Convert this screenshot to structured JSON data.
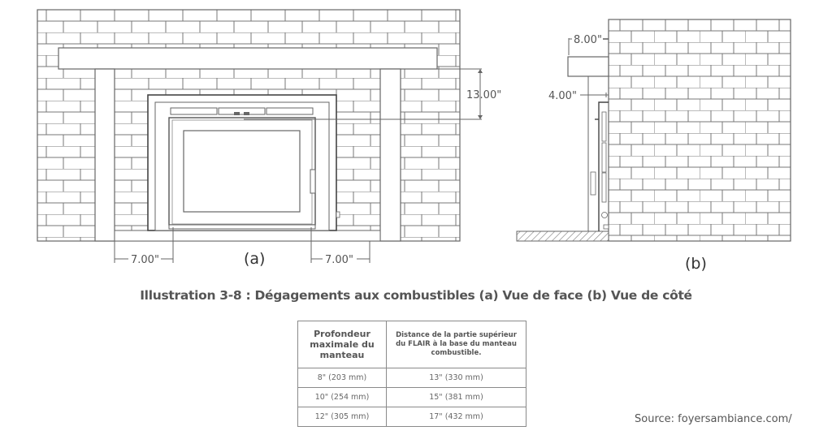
{
  "drawing": {
    "front_view": {
      "label": "(a)",
      "dimensions": {
        "mantel_to_insert_top": "13.00\"",
        "left_clearance": "7.00\"",
        "right_clearance": "7.00\""
      }
    },
    "side_view": {
      "label": "(b)",
      "dimensions": {
        "mantel_depth": "8.00\"",
        "side_clearance": "4.00\""
      }
    }
  },
  "caption": "Illustration 3-8 : Dégagements aux combustibles (a) Vue de face (b) Vue de côté",
  "table": {
    "headers": [
      "Profondeur maximale du manteau",
      "Distance de la partie supérieur du FLAIR à la base du manteau combustible."
    ],
    "rows": [
      [
        "8\" (203 mm)",
        "13\" (330 mm)"
      ],
      [
        "10\" (254 mm)",
        "15\" (381 mm)"
      ],
      [
        "12\" (305 mm)",
        "17\" (432 mm)"
      ]
    ]
  },
  "source": "Source: foyersambiance.com/",
  "colors": {
    "line": "#6e6e6e",
    "text": "#555555",
    "background": "#ffffff"
  }
}
